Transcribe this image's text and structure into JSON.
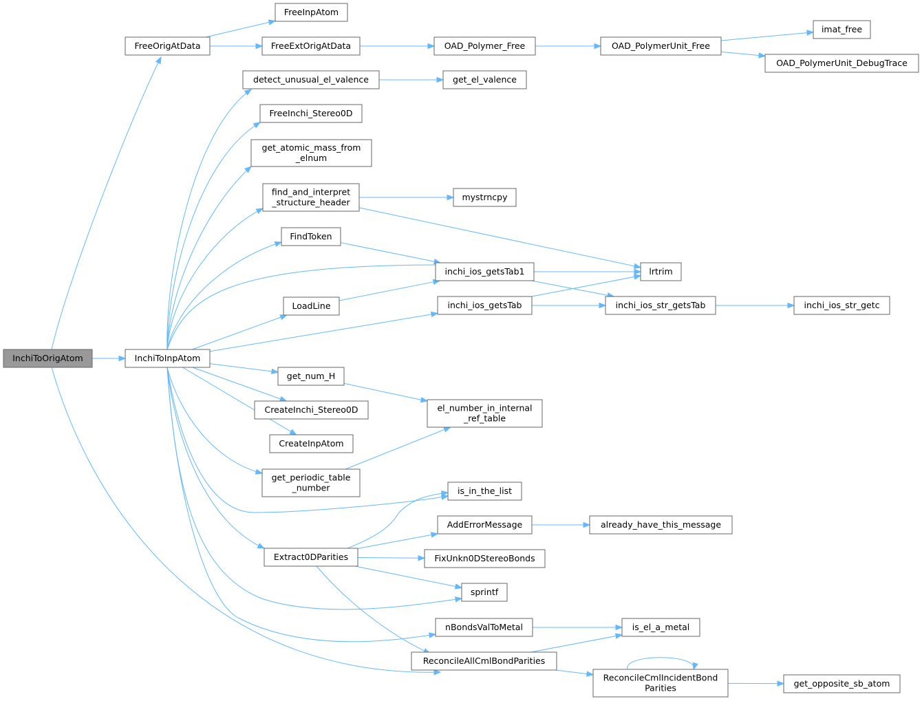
{
  "colors": {
    "edge": "#63b8ff",
    "root_fill": "#999999",
    "node_fill": "#ffffff",
    "border": "#666666",
    "text": "#000000"
  },
  "nodes": [
    {
      "id": "InchiToOrigAtom",
      "lines": [
        "InchiToOrigAtom"
      ],
      "root": true
    },
    {
      "id": "FreeOrigAtData",
      "lines": [
        "FreeOrigAtData"
      ]
    },
    {
      "id": "InchiToInpAtom",
      "lines": [
        "InchiToInpAtom"
      ]
    },
    {
      "id": "ReconcileAllCmlBondParities",
      "lines": [
        "ReconcileAllCmlBondParities"
      ]
    },
    {
      "id": "FreeInpAtom",
      "lines": [
        "FreeInpAtom"
      ]
    },
    {
      "id": "FreeExtOrigAtData",
      "lines": [
        "FreeExtOrigAtData"
      ]
    },
    {
      "id": "OAD_Polymer_Free",
      "lines": [
        "OAD_Polymer_Free"
      ]
    },
    {
      "id": "OAD_PolymerUnit_Free",
      "lines": [
        "OAD_PolymerUnit_Free"
      ]
    },
    {
      "id": "imat_free",
      "lines": [
        "imat_free"
      ]
    },
    {
      "id": "OAD_PolymerUnit_DebugTrace",
      "lines": [
        "OAD_PolymerUnit_DebugTrace"
      ]
    },
    {
      "id": "detect_unusual_el_valence",
      "lines": [
        "detect_unusual_el_valence"
      ]
    },
    {
      "id": "get_el_valence",
      "lines": [
        "get_el_valence"
      ]
    },
    {
      "id": "FreeInchi_Stereo0D",
      "lines": [
        "FreeInchi_Stereo0D"
      ]
    },
    {
      "id": "get_atomic_mass_from_elnum",
      "lines": [
        "get_atomic_mass_from",
        "_elnum"
      ]
    },
    {
      "id": "find_and_interpret_structure_header",
      "lines": [
        "find_and_interpret",
        "_structure_header"
      ]
    },
    {
      "id": "mystrncpy",
      "lines": [
        "mystrncpy"
      ]
    },
    {
      "id": "lrtrim",
      "lines": [
        "lrtrim"
      ]
    },
    {
      "id": "FindToken",
      "lines": [
        "FindToken"
      ]
    },
    {
      "id": "inchi_ios_getsTab1",
      "lines": [
        "inchi_ios_getsTab1"
      ]
    },
    {
      "id": "inchi_ios_str_getsTab",
      "lines": [
        "inchi_ios_str_getsTab"
      ]
    },
    {
      "id": "inchi_ios_str_getc",
      "lines": [
        "inchi_ios_str_getc"
      ]
    },
    {
      "id": "LoadLine",
      "lines": [
        "LoadLine"
      ]
    },
    {
      "id": "inchi_ios_getsTab",
      "lines": [
        "inchi_ios_getsTab"
      ]
    },
    {
      "id": "get_num_H",
      "lines": [
        "get_num_H"
      ]
    },
    {
      "id": "el_number_in_internal_ref_table",
      "lines": [
        "el_number_in_internal",
        "_ref_table"
      ]
    },
    {
      "id": "CreateInchi_Stereo0D",
      "lines": [
        "CreateInchi_Stereo0D"
      ]
    },
    {
      "id": "CreateInpAtom",
      "lines": [
        "CreateInpAtom"
      ]
    },
    {
      "id": "get_periodic_table_number",
      "lines": [
        "get_periodic_table",
        "_number"
      ]
    },
    {
      "id": "is_in_the_list",
      "lines": [
        "is_in_the_list"
      ]
    },
    {
      "id": "Extract0DParities",
      "lines": [
        "Extract0DParities"
      ]
    },
    {
      "id": "AddErrorMessage",
      "lines": [
        "AddErrorMessage"
      ]
    },
    {
      "id": "already_have_this_message",
      "lines": [
        "already_have_this_message"
      ]
    },
    {
      "id": "FixUnkn0DStereoBonds",
      "lines": [
        "FixUnkn0DStereoBonds"
      ]
    },
    {
      "id": "sprintf",
      "lines": [
        "sprintf"
      ]
    },
    {
      "id": "nBondsValToMetal",
      "lines": [
        "nBondsValToMetal"
      ]
    },
    {
      "id": "is_el_a_metal",
      "lines": [
        "is_el_a_metal"
      ]
    },
    {
      "id": "ReconcileCmlIncidentBondParities",
      "lines": [
        "ReconcileCmlIncidentBond",
        "Parities"
      ]
    },
    {
      "id": "get_opposite_sb_atom",
      "lines": [
        "get_opposite_sb_atom"
      ]
    }
  ],
  "edges": [
    [
      "InchiToOrigAtom",
      "FreeOrigAtData"
    ],
    [
      "InchiToOrigAtom",
      "InchiToInpAtom"
    ],
    [
      "InchiToOrigAtom",
      "ReconcileAllCmlBondParities"
    ],
    [
      "FreeOrigAtData",
      "FreeInpAtom"
    ],
    [
      "FreeOrigAtData",
      "FreeExtOrigAtData"
    ],
    [
      "FreeExtOrigAtData",
      "OAD_Polymer_Free"
    ],
    [
      "OAD_Polymer_Free",
      "OAD_PolymerUnit_Free"
    ],
    [
      "OAD_PolymerUnit_Free",
      "imat_free"
    ],
    [
      "OAD_PolymerUnit_Free",
      "OAD_PolymerUnit_DebugTrace"
    ],
    [
      "InchiToInpAtom",
      "detect_unusual_el_valence"
    ],
    [
      "InchiToInpAtom",
      "FreeInchi_Stereo0D"
    ],
    [
      "InchiToInpAtom",
      "get_atomic_mass_from_elnum"
    ],
    [
      "InchiToInpAtom",
      "find_and_interpret_structure_header"
    ],
    [
      "InchiToInpAtom",
      "FindToken"
    ],
    [
      "InchiToInpAtom",
      "inchi_ios_getsTab1"
    ],
    [
      "InchiToInpAtom",
      "LoadLine"
    ],
    [
      "InchiToInpAtom",
      "inchi_ios_getsTab"
    ],
    [
      "InchiToInpAtom",
      "get_num_H"
    ],
    [
      "InchiToInpAtom",
      "CreateInchi_Stereo0D"
    ],
    [
      "InchiToInpAtom",
      "CreateInpAtom"
    ],
    [
      "InchiToInpAtom",
      "get_periodic_table_number"
    ],
    [
      "InchiToInpAtom",
      "is_in_the_list"
    ],
    [
      "InchiToInpAtom",
      "Extract0DParities"
    ],
    [
      "InchiToInpAtom",
      "sprintf"
    ],
    [
      "InchiToInpAtom",
      "nBondsValToMetal"
    ],
    [
      "detect_unusual_el_valence",
      "get_el_valence"
    ],
    [
      "find_and_interpret_structure_header",
      "mystrncpy"
    ],
    [
      "find_and_interpret_structure_header",
      "lrtrim"
    ],
    [
      "FindToken",
      "inchi_ios_getsTab1"
    ],
    [
      "inchi_ios_getsTab1",
      "lrtrim"
    ],
    [
      "inchi_ios_getsTab1",
      "inchi_ios_str_getsTab"
    ],
    [
      "LoadLine",
      "inchi_ios_getsTab1"
    ],
    [
      "inchi_ios_getsTab",
      "lrtrim"
    ],
    [
      "inchi_ios_getsTab",
      "inchi_ios_str_getsTab"
    ],
    [
      "inchi_ios_str_getsTab",
      "inchi_ios_str_getc"
    ],
    [
      "get_num_H",
      "el_number_in_internal_ref_table"
    ],
    [
      "get_periodic_table_number",
      "el_number_in_internal_ref_table"
    ],
    [
      "Extract0DParities",
      "is_in_the_list"
    ],
    [
      "Extract0DParities",
      "AddErrorMessage"
    ],
    [
      "Extract0DParities",
      "FixUnkn0DStereoBonds"
    ],
    [
      "Extract0DParities",
      "sprintf"
    ],
    [
      "Extract0DParities",
      "ReconcileAllCmlBondParities"
    ],
    [
      "AddErrorMessage",
      "already_have_this_message"
    ],
    [
      "nBondsValToMetal",
      "is_el_a_metal"
    ],
    [
      "ReconcileAllCmlBondParities",
      "is_el_a_metal"
    ],
    [
      "ReconcileAllCmlBondParities",
      "ReconcileCmlIncidentBondParities"
    ],
    [
      "ReconcileCmlIncidentBondParities",
      "ReconcileCmlIncidentBondParities"
    ],
    [
      "ReconcileCmlIncidentBondParities",
      "get_opposite_sb_atom"
    ]
  ]
}
